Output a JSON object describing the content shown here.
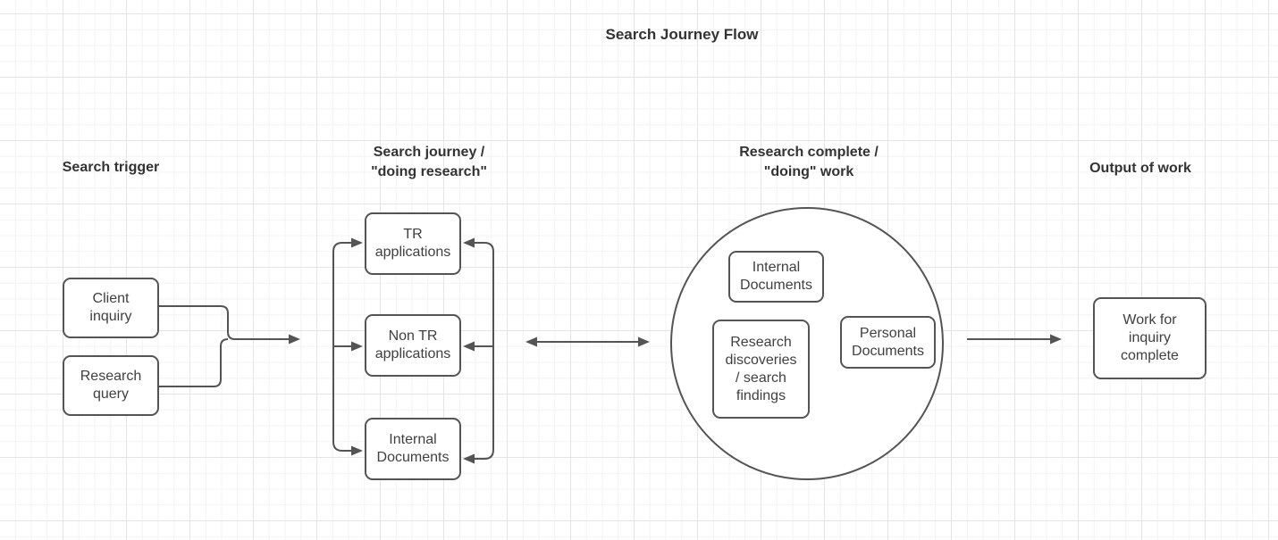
{
  "colors": {
    "stroke": "#545454",
    "heading_text": "#333333",
    "node_text": "#404040",
    "node_fill": "#ffffff",
    "canvas_bg": "#ffffff",
    "grid_minor": "#f3f3f3",
    "grid_major": "#e4e4e4"
  },
  "title": "Search Journey Flow",
  "headers": {
    "search_trigger": "Search trigger",
    "search_journey": "Search journey /\n\"doing research\"",
    "research_complete": "Research complete /\n\"doing\" work",
    "output_of_work": "Output of work"
  },
  "nodes": {
    "client_inquiry": "Client\ninquiry",
    "research_query": "Research\nquery",
    "tr_applications": "TR\napplications",
    "non_tr_applications": "Non TR\napplications",
    "internal_documents_journey": "Internal\nDocuments",
    "internal_documents_circle": "Internal\nDocuments",
    "research_discoveries": "Research\ndiscoveries\n/ search\nfindings",
    "personal_documents": "Personal\nDocuments",
    "work_for_inquiry_complete": "Work for\ninquiry\ncomplete"
  }
}
